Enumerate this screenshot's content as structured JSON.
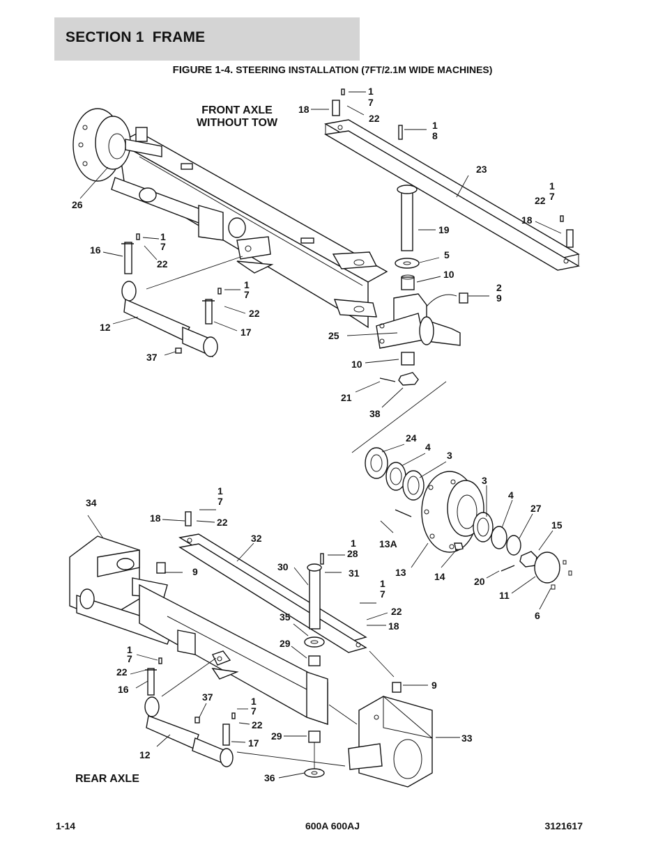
{
  "header": {
    "section": "SECTION 1  FRAME"
  },
  "figure": {
    "number": "FIGURE 1-4.",
    "title": "STEERING INSTALLATION (7FT/2.1M WIDE MACHINES)"
  },
  "region_labels": {
    "front_line1": "FRONT AXLE",
    "front_line2": "WITHOUT TOW",
    "rear": "REAR AXLE"
  },
  "callouts": [
    {
      "id": "c01",
      "text": "1"
    },
    {
      "id": "c02",
      "text": "7"
    },
    {
      "id": "c03",
      "text": "18"
    },
    {
      "id": "c04",
      "text": "22"
    },
    {
      "id": "c05",
      "text": "1"
    },
    {
      "id": "c06",
      "text": "8"
    },
    {
      "id": "c07",
      "text": "23"
    },
    {
      "id": "c08",
      "text": "1"
    },
    {
      "id": "c09",
      "text": "7"
    },
    {
      "id": "c10",
      "text": "22"
    },
    {
      "id": "c11",
      "text": "18"
    },
    {
      "id": "c12",
      "text": "26"
    },
    {
      "id": "c13",
      "text": "19"
    },
    {
      "id": "c14",
      "text": "5"
    },
    {
      "id": "c15",
      "text": "10"
    },
    {
      "id": "c16",
      "text": "1"
    },
    {
      "id": "c17",
      "text": "7"
    },
    {
      "id": "c18",
      "text": "16"
    },
    {
      "id": "c19",
      "text": "22"
    },
    {
      "id": "c20",
      "text": "1"
    },
    {
      "id": "c21",
      "text": "7"
    },
    {
      "id": "c22",
      "text": "2"
    },
    {
      "id": "c23",
      "text": "9"
    },
    {
      "id": "c24",
      "text": "22"
    },
    {
      "id": "c25",
      "text": "12"
    },
    {
      "id": "c26",
      "text": "17"
    },
    {
      "id": "c27",
      "text": "25"
    },
    {
      "id": "c28",
      "text": "37"
    },
    {
      "id": "c29",
      "text": "10"
    },
    {
      "id": "c30",
      "text": "21"
    },
    {
      "id": "c31",
      "text": "38"
    },
    {
      "id": "c32",
      "text": "24"
    },
    {
      "id": "c33",
      "text": "4"
    },
    {
      "id": "c34",
      "text": "3"
    },
    {
      "id": "c35",
      "text": "3"
    },
    {
      "id": "c36",
      "text": "4"
    },
    {
      "id": "c37",
      "text": "27"
    },
    {
      "id": "c38",
      "text": "15"
    },
    {
      "id": "c39",
      "text": "1"
    },
    {
      "id": "c40",
      "text": "7"
    },
    {
      "id": "c41",
      "text": "34"
    },
    {
      "id": "c42",
      "text": "18"
    },
    {
      "id": "c43",
      "text": "22"
    },
    {
      "id": "c44",
      "text": "32"
    },
    {
      "id": "c45",
      "text": "13A"
    },
    {
      "id": "c46",
      "text": "1"
    },
    {
      "id": "c47",
      "text": "28"
    },
    {
      "id": "c48",
      "text": "9"
    },
    {
      "id": "c49",
      "text": "30"
    },
    {
      "id": "c50",
      "text": "31"
    },
    {
      "id": "c51",
      "text": "13"
    },
    {
      "id": "c52",
      "text": "14"
    },
    {
      "id": "c53",
      "text": "20"
    },
    {
      "id": "c54",
      "text": "1"
    },
    {
      "id": "c55",
      "text": "7"
    },
    {
      "id": "c56",
      "text": "11"
    },
    {
      "id": "c57",
      "text": "22"
    },
    {
      "id": "c58",
      "text": "6"
    },
    {
      "id": "c59",
      "text": "35"
    },
    {
      "id": "c60",
      "text": "18"
    },
    {
      "id": "c61",
      "text": "29"
    },
    {
      "id": "c62",
      "text": "1"
    },
    {
      "id": "c63",
      "text": "7"
    },
    {
      "id": "c64",
      "text": "22"
    },
    {
      "id": "c65",
      "text": "9"
    },
    {
      "id": "c66",
      "text": "16"
    },
    {
      "id": "c67",
      "text": "37"
    },
    {
      "id": "c68",
      "text": "1"
    },
    {
      "id": "c69",
      "text": "7"
    },
    {
      "id": "c70",
      "text": "22"
    },
    {
      "id": "c71",
      "text": "29"
    },
    {
      "id": "c72",
      "text": "33"
    },
    {
      "id": "c73",
      "text": "17"
    },
    {
      "id": "c74",
      "text": "12"
    },
    {
      "id": "c75",
      "text": "36"
    }
  ],
  "footer": {
    "page": "1-14",
    "model": "600A 600AJ",
    "doc_number": "3121617"
  }
}
